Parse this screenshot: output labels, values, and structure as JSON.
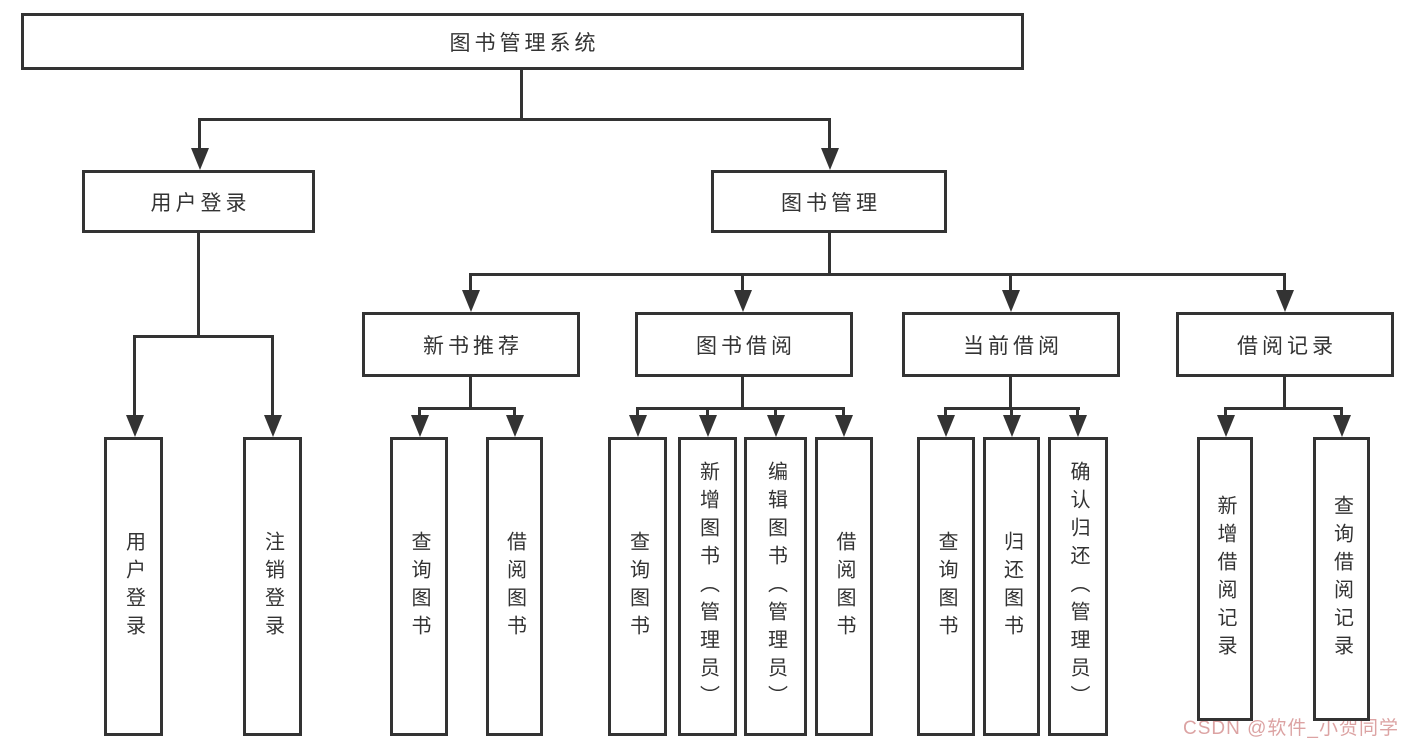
{
  "diagram_type": "feature-tree",
  "colors": {
    "line": "#333333",
    "watermark_text": "#dca3a3",
    "background": "#ffffff"
  },
  "tree": {
    "label": "图书管理系统",
    "children": [
      {
        "label": "用户登录",
        "children": [
          {
            "label": "用户登录"
          },
          {
            "label": "注销登录"
          }
        ]
      },
      {
        "label": "图书管理",
        "children": [
          {
            "label": "新书推荐",
            "children": [
              {
                "label": "查询图书"
              },
              {
                "label": "借阅图书"
              }
            ]
          },
          {
            "label": "图书借阅",
            "children": [
              {
                "label": "查询图书"
              },
              {
                "label": "新增图书（管理员）"
              },
              {
                "label": "编辑图书（管理员）"
              },
              {
                "label": "借阅图书"
              }
            ]
          },
          {
            "label": "当前借阅",
            "children": [
              {
                "label": "查询图书"
              },
              {
                "label": "归还图书"
              },
              {
                "label": "确认归还（管理员）"
              }
            ]
          },
          {
            "label": "借阅记录",
            "children": [
              {
                "label": "新增借阅记录"
              },
              {
                "label": "查询借阅记录"
              }
            ]
          }
        ]
      }
    ]
  },
  "watermark": {
    "text": "CSDN @软件_小贺同学"
  }
}
